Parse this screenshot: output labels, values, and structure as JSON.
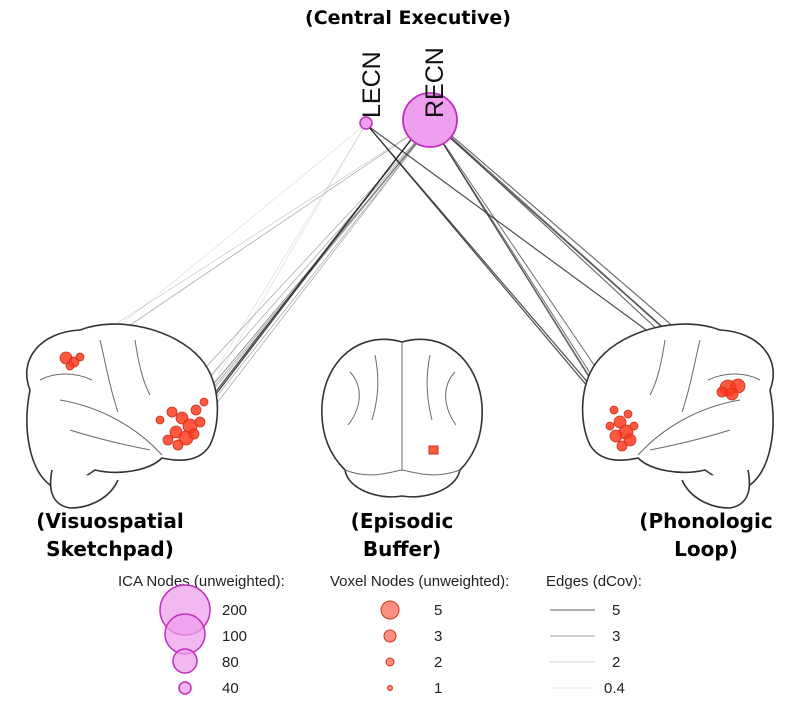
{
  "header": {
    "title": "(Central Executive)"
  },
  "ica_nodes": [
    {
      "label": "LECN"
    },
    {
      "label": "RECN"
    }
  ],
  "groups": {
    "left": {
      "line1": "(Visuospatial",
      "line2": "Sketchpad)"
    },
    "center": {
      "line1": "(Episodic",
      "line2": "Buffer)"
    },
    "right": {
      "line1": "(Phonologic",
      "line2": "Loop)"
    }
  },
  "legend": {
    "ica": {
      "title": "ICA Nodes (unweighted):",
      "values": [
        "200",
        "100",
        "80",
        "40"
      ]
    },
    "voxel": {
      "title": "Voxel Nodes (unweighted):",
      "values": [
        "5",
        "3",
        "2",
        "1"
      ]
    },
    "edges": {
      "title": "Edges (dCov):",
      "values": [
        "5",
        "3",
        "2",
        "0.4"
      ]
    }
  },
  "colors": {
    "ica_fill": "#eea0ee",
    "ica_stroke": "#c02ec0",
    "voxel_fill": "#ff3b1f",
    "edge": "#333333"
  }
}
